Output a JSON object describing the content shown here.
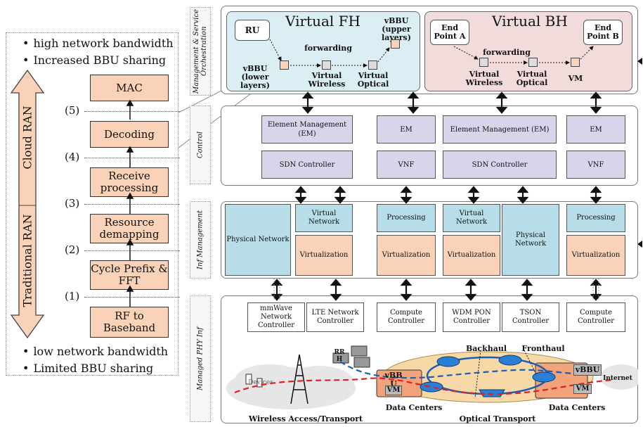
{
  "left": {
    "top_bullets": [
      "high network bandwidth",
      "Increased BBU sharing"
    ],
    "bottom_bullets": [
      "low network bandwidth",
      "Limited BBU sharing"
    ],
    "cloud_ran": "Cloud RAN",
    "traditional_ran": "Traditional RAN",
    "stack": [
      "MAC",
      "Decoding",
      "Receive processing",
      "Resource demapping",
      "Cycle Prefix & FFT",
      "RF to Baseband"
    ],
    "steps": [
      "(5)",
      "(4)",
      "(3)",
      "(2)",
      "(1)"
    ]
  },
  "layers": {
    "orch": "Management & Service Orchestration",
    "control": "Control",
    "inf": "Inf Management",
    "phy": "Managed PHY Inf"
  },
  "fh": {
    "title": "Virtual FH",
    "ru": "RU",
    "vbbu_upper": "vBBU (upper layers)",
    "forwarding": "forwarding",
    "vbbu_lower": "vBBU (lower layers)",
    "virtual_wireless": "Virtual Wireless",
    "virtual_optical": "Virtual Optical"
  },
  "bh": {
    "title": "Virtual BH",
    "end_a": "End Point A",
    "end_b": "End Point B",
    "forwarding": "forwarding",
    "virtual_wireless": "Virtual Wireless",
    "virtual_optical": "Virtual Optical",
    "vm": "VM"
  },
  "control": {
    "em1": "Element Management (EM)",
    "sdn1": "SDN Controller",
    "em2": "EM",
    "vnf2": "VNF",
    "em3": "Element Management (EM)",
    "sdn3": "SDN Controller",
    "em4": "EM",
    "vnf4": "VNF"
  },
  "inf": {
    "physical1": "Physical Network",
    "virtual_net1": "Virtual Network",
    "virt1": "Virtualization",
    "proc2": "Processing",
    "virt2": "Virtualization",
    "virtual_net3": "Virtual Network",
    "virt3": "Virtualization",
    "physical4": "Physical Network",
    "proc5": "Processing",
    "virt5": "Virtualization"
  },
  "phy": {
    "ctrl1": "mmWave Network Controller",
    "ctrl2": "LTE Network Controller",
    "ctrl3": "Compute Controller",
    "ctrl4": "WDM PON Controller",
    "ctrl5": "TSON Controller",
    "ctrl6": "Compute Controller",
    "backhaul": "Backhaul",
    "fronthaul": "Fronthaul",
    "rrh": "RR H",
    "devices": "Devices",
    "vbbu_left": "vBB U",
    "vm_left": "VM",
    "vbbu_right": "vBBU",
    "vm_right": "VM",
    "internet": "Internet",
    "dc_left": "Data Centers",
    "dc_right": "Data Centers",
    "wireless": "Wireless Access/Transport",
    "optical": "Optical Transport"
  },
  "colors": {
    "fh_bg": "#daeef3",
    "bh_bg": "#f2dcdb",
    "purple": "#d9d4ea",
    "blue": "#b6dde8",
    "orange": "#f9d2b8",
    "red_path": "#e02020",
    "blue_path": "#1a5fb4",
    "ring": "#1a5fb4"
  }
}
